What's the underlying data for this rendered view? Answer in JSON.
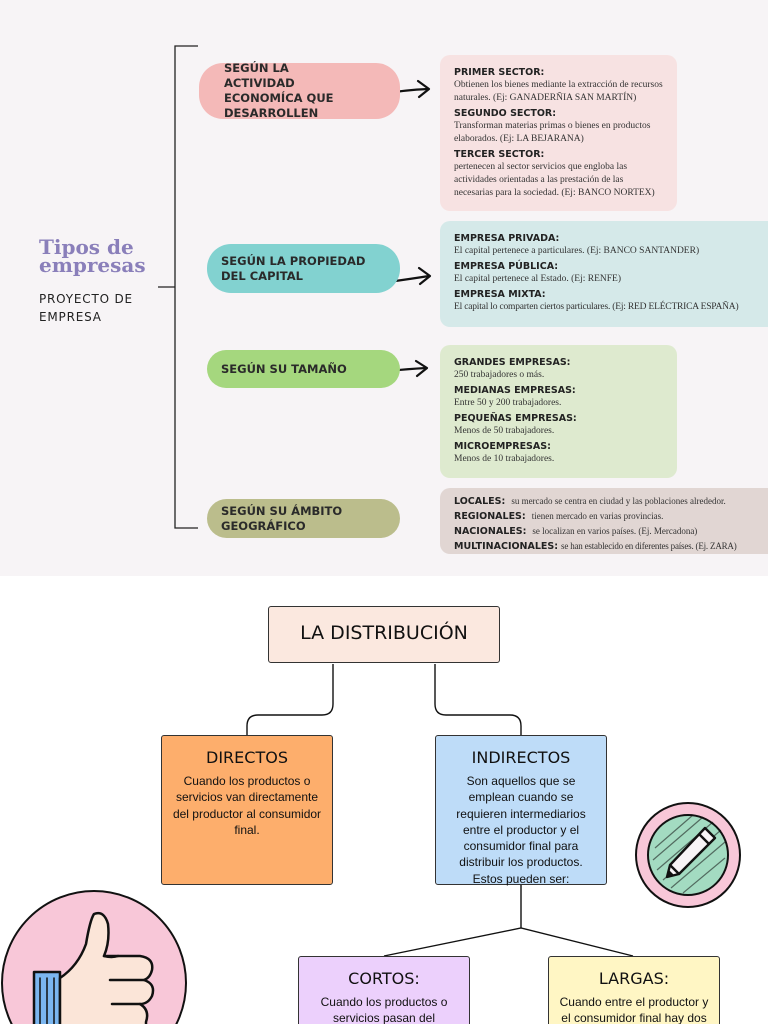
{
  "tipos": {
    "title": "Tipos de empresas",
    "subtitle": "PROYECTO DE EMPRESA",
    "categories": [
      {
        "label": "SEGÚN LA ACTIVIDAD ECONOMÍCA QUE DESARROLLEN",
        "color": "#f4b9b8",
        "box_color": "#f7e2e2",
        "items": [
          {
            "heading": "PRIMER SECTOR:",
            "text": "Obtienen los bienes mediante la extracción de recursos naturales. (Ej: GANADERÑIA SAN MARTÍN)"
          },
          {
            "heading": "SEGUNDO SECTOR:",
            "text": "Transforman materias primas o bienes en productos elaborados. (Ej: LA BEJARANA)"
          },
          {
            "heading": "TERCER SECTOR:",
            "text": "pertenecen al sector servicios que engloba las actividades orientadas a las prestación de las necesarias para la sociedad. (Ej: BANCO NORTEX)"
          }
        ]
      },
      {
        "label": "SEGÚN LA PROPIEDAD DEL CAPITAL",
        "color": "#82d2d0",
        "box_color": "#d5e9e9",
        "items": [
          {
            "heading": "EMPRESA PRIVADA:",
            "text": "El capital pertenece a particulares. (Ej: BANCO SANTANDER)"
          },
          {
            "heading": "EMPRESA PÚBLICA:",
            "text": "El capital pertenece al Estado. (Ej: RENFE)"
          },
          {
            "heading": "EMPRESA MIXTA:",
            "text": "El capital lo comparten ciertos particulares. (Ej: RED ELÉCTRICA  ESPAÑA)"
          }
        ]
      },
      {
        "label": "SEGÚN SU TAMAÑO",
        "color": "#a5d77e",
        "box_color": "#deeacf",
        "items": [
          {
            "heading": "GRANDES EMPRESAS:",
            "text": "250 trabajadores o más."
          },
          {
            "heading": "MEDIANAS EMPRESAS:",
            "text": "Entre 50 y 200 trabajadores."
          },
          {
            "heading": "PEQUEÑAS EMPRESAS:",
            "text": "Menos de 50 trabajadores."
          },
          {
            "heading": "MICROEMPRESAS:",
            "text": "Menos de 10 trabajadores."
          }
        ]
      },
      {
        "label": "SEGÚN SU ÁMBITO GEOGRÁFICO",
        "color": "#bbbd8c",
        "box_color": "#e1d6d3",
        "items": [
          {
            "heading": "LOCALES:",
            "text": "su mercado se centra en ciudad y las poblaciones alrededor."
          },
          {
            "heading": "REGIONALES:",
            "text": "tienen mercado en varias provincias."
          },
          {
            "heading": "NACIONALES:",
            "text": "se localizan en varios países. (Ej. Mercadona)"
          },
          {
            "heading": "MULTINACIONALES:",
            "text": "se han establecido en diferentes países. (Ej. ZARA)"
          }
        ]
      }
    ]
  },
  "distribucion": {
    "title": "LA DISTRIBUCIÓN",
    "title_color": "#fbe8df",
    "directos": {
      "title": "DIRECTOS",
      "text": "Cuando los productos o servicios van directamente del productor al consumidor final.",
      "color": "#fdae6c"
    },
    "indirectos": {
      "title": "INDIRECTOS",
      "text": "Son aquellos que se emplean cuando se requieren intermediarios entre el productor y el consumidor final para distribuir los productos. Estos pueden ser:",
      "color": "#bedcf8"
    },
    "cortos": {
      "title": "CORTOS:",
      "text": "Cuando los productos o servicios pasan del productor al",
      "color": "#ecd0fc"
    },
    "largas": {
      "title": "LARGAS:",
      "text": "Cuando entre el productor y el consumidor final hay dos o más",
      "color": "#fff6c4"
    }
  },
  "icons": [
    "thumbs-up-icon",
    "pencil-icon",
    "arrow-right-icon"
  ]
}
